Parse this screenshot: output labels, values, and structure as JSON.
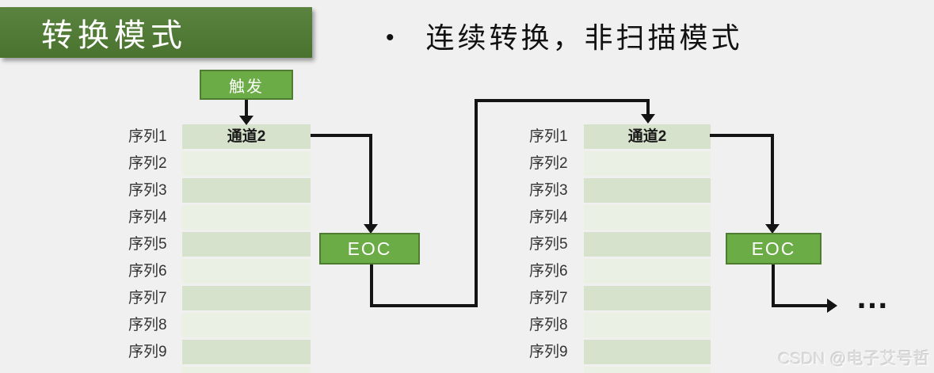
{
  "title": {
    "label": "转换模式"
  },
  "bullet": {
    "marker": "•",
    "text": "连续转换，非扫描模式"
  },
  "trigger": {
    "label": "触发"
  },
  "eoc": {
    "label": "EOC"
  },
  "ellipsis": "…",
  "watermark": "CSDN @电子艾号哲",
  "tables": [
    {
      "rows": [
        {
          "label": "序列1",
          "value": "通道2"
        },
        {
          "label": "序列2",
          "value": ""
        },
        {
          "label": "序列3",
          "value": ""
        },
        {
          "label": "序列4",
          "value": ""
        },
        {
          "label": "序列5",
          "value": ""
        },
        {
          "label": "序列6",
          "value": ""
        },
        {
          "label": "序列7",
          "value": ""
        },
        {
          "label": "序列8",
          "value": ""
        },
        {
          "label": "序列9",
          "value": ""
        }
      ]
    },
    {
      "rows": [
        {
          "label": "序列1",
          "value": "通道2"
        },
        {
          "label": "序列2",
          "value": ""
        },
        {
          "label": "序列3",
          "value": ""
        },
        {
          "label": "序列4",
          "value": ""
        },
        {
          "label": "序列5",
          "value": ""
        },
        {
          "label": "序列6",
          "value": ""
        },
        {
          "label": "序列7",
          "value": ""
        },
        {
          "label": "序列8",
          "value": ""
        },
        {
          "label": "序列9",
          "value": ""
        }
      ]
    }
  ],
  "colors": {
    "background": "#f0f0f0",
    "title_green": "#4e7a31",
    "box_green": "#6bac47",
    "box_green_border": "#4e7d31",
    "row_dark": "#d7e2cc",
    "row_light": "#eaf0e4",
    "arrow": "#141414"
  }
}
